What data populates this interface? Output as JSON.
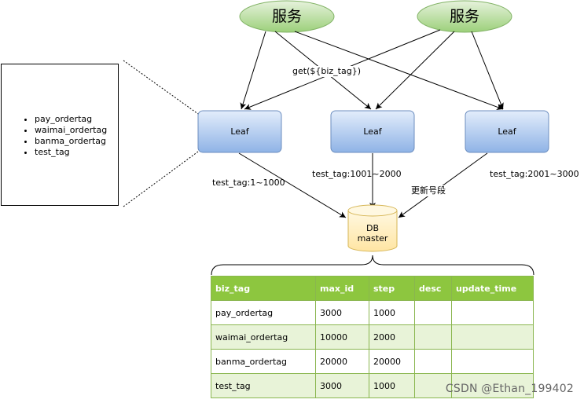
{
  "services": [
    {
      "label": "服务"
    },
    {
      "label": "服务"
    }
  ],
  "leaves": [
    {
      "label": "Leaf"
    },
    {
      "label": "Leaf"
    },
    {
      "label": "Leaf"
    }
  ],
  "edge_labels": {
    "get": "get(${biz_tag})",
    "range1": "test_tag:1~1000",
    "range2": "test_tag:1001~2000",
    "range3": "test_tag:2001~3000",
    "update": "更新号段"
  },
  "db": {
    "line1": "DB",
    "line2": "master"
  },
  "tag_list": [
    "pay_ordertag",
    "waimai_ordertag",
    "banma_ordertag",
    "test_tag"
  ],
  "table": {
    "headers": [
      "biz_tag",
      "max_id",
      "step",
      "desc",
      "update_time"
    ],
    "rows": [
      [
        "pay_ordertag",
        "3000",
        "1000",
        "",
        ""
      ],
      [
        "waimai_ordertag",
        "10000",
        "2000",
        "",
        ""
      ],
      [
        "banma_ordertag",
        "20000",
        "20000",
        "",
        ""
      ],
      [
        "test_tag",
        "3000",
        "1000",
        "",
        ""
      ]
    ]
  },
  "watermark": "CSDN @Ethan_199402",
  "colors": {
    "service_fill": "#d5e8d4",
    "leaf_fill": "#dae8fc",
    "db_fill": "#fff2cc",
    "table_header": "#8dc63f",
    "table_alt_row": "#e8f3d8"
  }
}
